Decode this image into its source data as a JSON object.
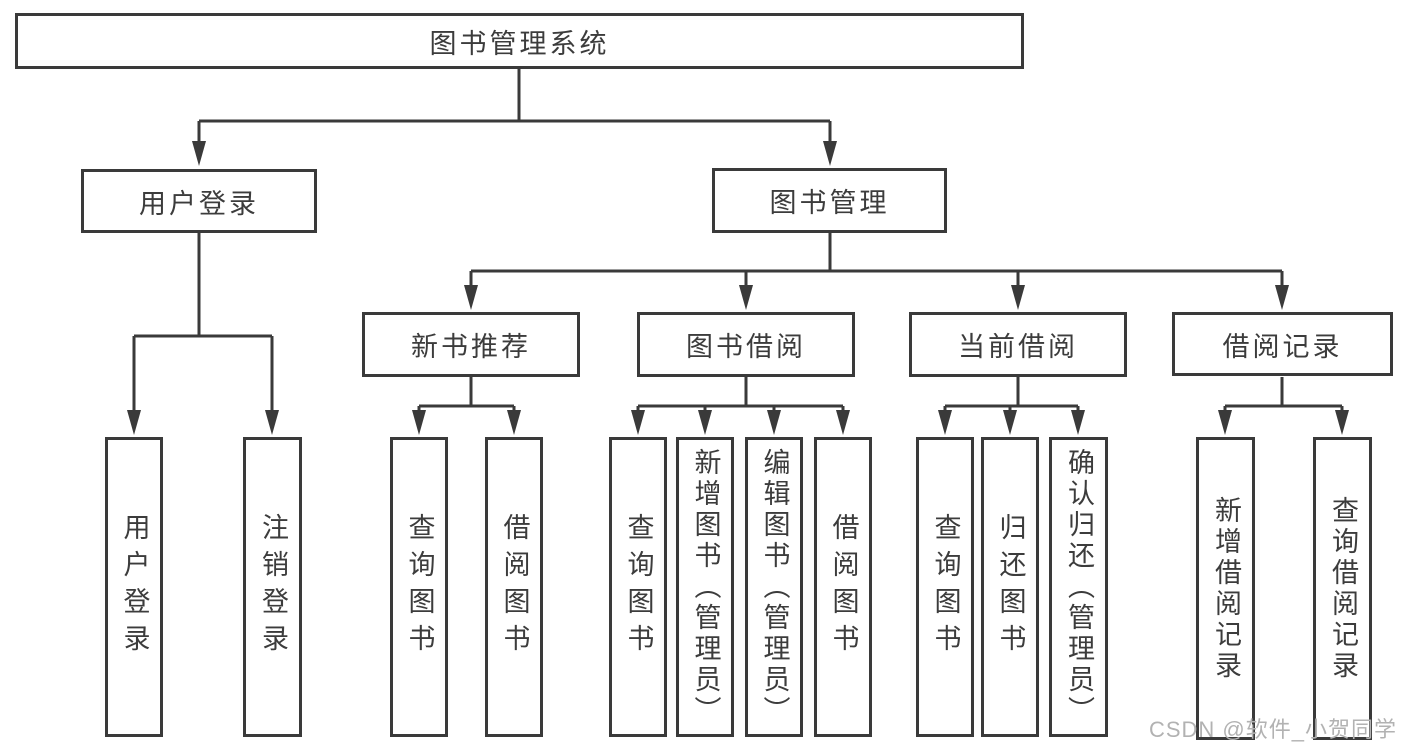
{
  "diagram": {
    "title": "图书管理系统",
    "watermark": "CSDN @软件_小贺同学",
    "colors": {
      "line": "#3a3a3a",
      "box_border": "#3a3a3a",
      "text": "#3c3c3c",
      "background": "#ffffff",
      "watermark": "#b2b2b2"
    },
    "nodes": [
      {
        "id": "root",
        "label": "图书管理系统",
        "level": 1
      },
      {
        "id": "user-login",
        "label": "用户登录",
        "level": 2
      },
      {
        "id": "book-manage",
        "label": "图书管理",
        "level": 2
      },
      {
        "id": "new-book-recommend",
        "label": "新书推荐",
        "level": 3
      },
      {
        "id": "book-borrow",
        "label": "图书借阅",
        "level": 3
      },
      {
        "id": "current-borrow",
        "label": "当前借阅",
        "level": 3
      },
      {
        "id": "borrow-records",
        "label": "借阅记录",
        "level": 3
      },
      {
        "id": "user-login-leaf",
        "label": "用户登录",
        "level": 4
      },
      {
        "id": "logout-leaf",
        "label": "注销登录",
        "level": 4
      },
      {
        "id": "query-book-recommend",
        "label": "查询图书",
        "level": 4
      },
      {
        "id": "borrow-book-recommend",
        "label": "借阅图书",
        "level": 4
      },
      {
        "id": "query-book-borrow",
        "label": "查询图书",
        "level": 4
      },
      {
        "id": "add-book-admin",
        "label": "新增图书（管理员）",
        "level": 4
      },
      {
        "id": "edit-book-admin",
        "label": "编辑图书（管理员）",
        "level": 4
      },
      {
        "id": "borrow-book-borrow",
        "label": "借阅图书",
        "level": 4
      },
      {
        "id": "query-book-current",
        "label": "查询图书",
        "level": 4
      },
      {
        "id": "return-book",
        "label": "归还图书",
        "level": 4
      },
      {
        "id": "confirm-return-admin",
        "label": "确认归还（管理员）",
        "level": 4
      },
      {
        "id": "add-borrow-record",
        "label": "新增借阅记录",
        "level": 4
      },
      {
        "id": "query-borrow-record",
        "label": "查询借阅记录",
        "level": 4
      }
    ],
    "edges": [
      {
        "from": "root",
        "to": [
          "user-login",
          "book-manage"
        ]
      },
      {
        "from": "user-login",
        "to": [
          "user-login-leaf",
          "logout-leaf"
        ]
      },
      {
        "from": "book-manage",
        "to": [
          "new-book-recommend",
          "book-borrow",
          "current-borrow",
          "borrow-records"
        ]
      },
      {
        "from": "new-book-recommend",
        "to": [
          "query-book-recommend",
          "borrow-book-recommend"
        ]
      },
      {
        "from": "book-borrow",
        "to": [
          "query-book-borrow",
          "add-book-admin",
          "edit-book-admin",
          "borrow-book-borrow"
        ]
      },
      {
        "from": "current-borrow",
        "to": [
          "query-book-current",
          "return-book",
          "confirm-return-admin"
        ]
      },
      {
        "from": "borrow-records",
        "to": [
          "add-borrow-record",
          "query-borrow-record"
        ]
      }
    ]
  }
}
